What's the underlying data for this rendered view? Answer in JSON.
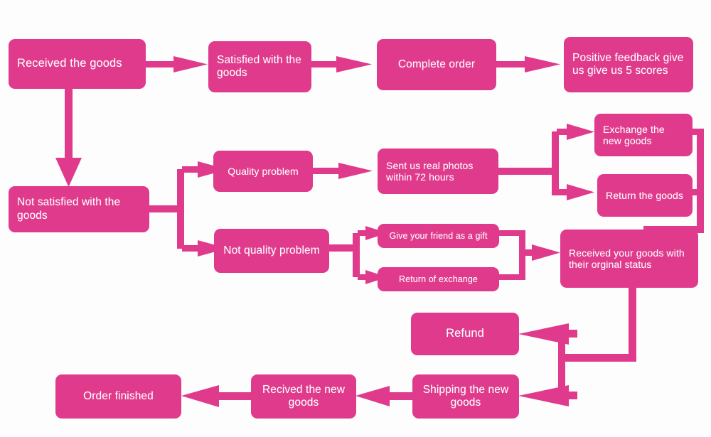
{
  "diagram": {
    "title": "Order and return process flowchart",
    "accent_color": "#e03a8c",
    "text_color": "#ffffff",
    "background_color": "#fdfdfd",
    "nodes": [
      {
        "id": "received-the-goods",
        "label": "Received the goods"
      },
      {
        "id": "satisfied",
        "label": "Satisfied with the goods"
      },
      {
        "id": "complete-order",
        "label": "Complete order"
      },
      {
        "id": "positive-feedback",
        "label": "Positive feedback give us give us 5 scores"
      },
      {
        "id": "not-satisfied",
        "label": "Not satisfied with the goods"
      },
      {
        "id": "quality-problem",
        "label": "Quality problem"
      },
      {
        "id": "sent-photos",
        "label": "Sent us real photos within 72 hours"
      },
      {
        "id": "exchange-new-goods",
        "label": "Exchange the new goods"
      },
      {
        "id": "return-the-goods",
        "label": "Return the goods"
      },
      {
        "id": "not-quality-problem",
        "label": "Not quality problem"
      },
      {
        "id": "give-friend-gift",
        "label": "Give your friend as a gift"
      },
      {
        "id": "return-of-exchange",
        "label": "Return of exchange"
      },
      {
        "id": "received-your-goods",
        "label": "Received your goods with their orginal status"
      },
      {
        "id": "refund",
        "label": "Refund"
      },
      {
        "id": "shipping-new-goods",
        "label": "Shipping the new goods"
      },
      {
        "id": "recived-new-goods",
        "label": "Recived the new goods"
      },
      {
        "id": "order-finished",
        "label": "Order finished"
      }
    ],
    "edges": [
      {
        "from": "received-the-goods",
        "to": "satisfied"
      },
      {
        "from": "satisfied",
        "to": "complete-order"
      },
      {
        "from": "complete-order",
        "to": "positive-feedback"
      },
      {
        "from": "received-the-goods",
        "to": "not-satisfied"
      },
      {
        "from": "not-satisfied",
        "to": "quality-problem"
      },
      {
        "from": "not-satisfied",
        "to": "not-quality-problem"
      },
      {
        "from": "quality-problem",
        "to": "sent-photos"
      },
      {
        "from": "sent-photos",
        "to": "exchange-new-goods"
      },
      {
        "from": "sent-photos",
        "to": "return-the-goods"
      },
      {
        "from": "exchange-new-goods",
        "to": "received-your-goods"
      },
      {
        "from": "return-the-goods",
        "to": "received-your-goods"
      },
      {
        "from": "not-quality-problem",
        "to": "give-friend-gift"
      },
      {
        "from": "not-quality-problem",
        "to": "return-of-exchange"
      },
      {
        "from": "give-friend-gift",
        "to": "received-your-goods"
      },
      {
        "from": "return-of-exchange",
        "to": "received-your-goods"
      },
      {
        "from": "received-your-goods",
        "to": "refund"
      },
      {
        "from": "received-your-goods",
        "to": "shipping-new-goods"
      },
      {
        "from": "shipping-new-goods",
        "to": "recived-new-goods"
      },
      {
        "from": "recived-new-goods",
        "to": "order-finished"
      }
    ]
  }
}
